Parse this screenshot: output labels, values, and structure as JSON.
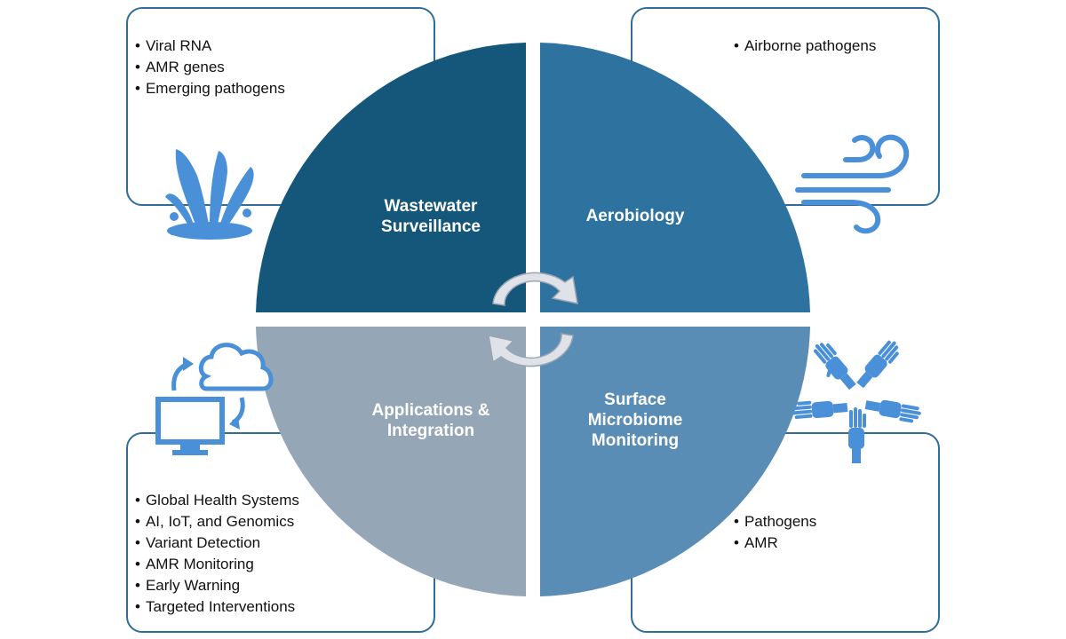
{
  "quadrants": {
    "wastewater": {
      "title_line1": "Wastewater",
      "title_line2": "Surveillance",
      "color": "#15577a",
      "bullets": [
        "Viral RNA",
        "AMR genes",
        "Emerging pathogens"
      ],
      "icon": "water-splash-icon"
    },
    "aerobiology": {
      "title_line1": "Aerobiology",
      "color": "#2e73a0",
      "bullets": [
        "Airborne pathogens"
      ],
      "icon": "wind-icon"
    },
    "applications": {
      "title_line1": "Applications &",
      "title_line2": "Integration",
      "color": "#95a7b7",
      "bullets": [
        "Global Health Systems",
        "AI, IoT, and Genomics",
        "Variant Detection",
        "AMR Monitoring",
        "Early Warning",
        "Targeted Interventions"
      ],
      "icon": "cloud-computer-icon"
    },
    "surface": {
      "title_line1": "Surface",
      "title_line2": "Microbiome",
      "title_line3": "Monitoring",
      "color": "#5a8db5",
      "bullets": [
        "Pathogens",
        "AMR"
      ],
      "icon": "hands-icon"
    }
  },
  "colors": {
    "box_border": "#2e6e99",
    "icon_blue": "#4a90d9",
    "arrow_fill": "#e0e4ea"
  }
}
